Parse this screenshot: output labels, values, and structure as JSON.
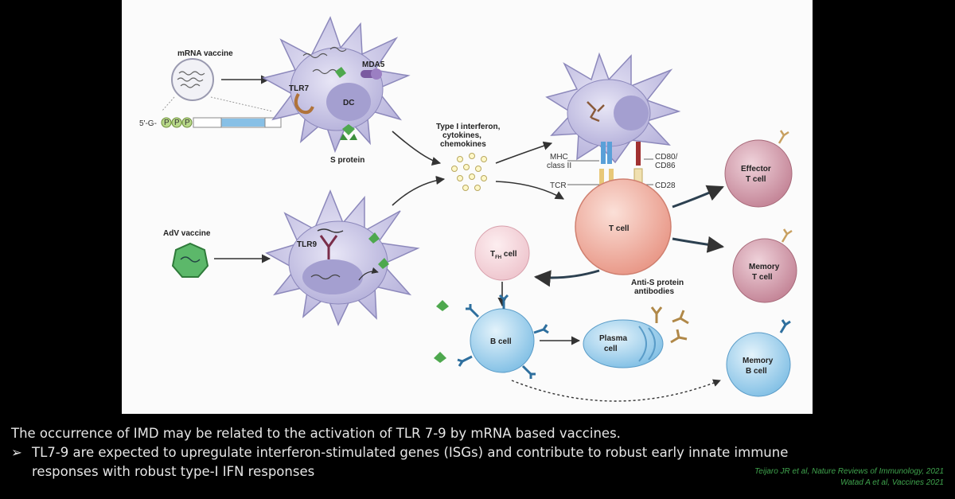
{
  "diagram": {
    "mrna_vaccine": "mRNA vaccine",
    "five_prime": "5'-G-",
    "p": "P",
    "tlr7": "TLR7",
    "mda5": "MDA5",
    "dc": "DC",
    "s_protein": "S protein",
    "adv_vaccine": "AdV vaccine",
    "tlr9": "TLR9",
    "cytokines": [
      "Type I interferon,",
      "cytokines,",
      "chemokines"
    ],
    "mhc": [
      "MHC",
      "class II"
    ],
    "tcr": "TCR",
    "cd80": [
      "CD80/",
      "CD86"
    ],
    "cd28": "CD28",
    "t_cell": "T cell",
    "tfh_cell": "T",
    "tfh_sub": "FH",
    "tfh_suffix": " cell",
    "effector": [
      "Effector",
      "T cell"
    ],
    "memory_t": [
      "Memory",
      "T cell"
    ],
    "anti_s": [
      "Anti-S protein",
      "antibodies"
    ],
    "b_cell": "B cell",
    "plasma": [
      "Plasma",
      "cell"
    ],
    "memory_b": [
      "Memory",
      "B cell"
    ]
  },
  "caption": {
    "line1": "The occurrence of IMD may be related to the activation of TLR 7-9 by mRNA based vaccines.",
    "bullet_marker": "➢",
    "line2": "TL7-9 are expected to upregulate interferon-stimulated genes (ISGs) and contribute to robust early innate immune",
    "line3": "responses with robust type-I IFN responses"
  },
  "references": [
    "Teijaro JR et al, Nature Reviews of Immunology, 2021",
    "Watad A et al, Vaccines 2021"
  ],
  "colors": {
    "dc_cell": "#c9c6e6",
    "t_cell": "#f2b6a8",
    "effector_cell": "#cc9aa8",
    "b_cell": "#9fd0ee",
    "s_protein": "#4ea84e",
    "ref_text": "#3fa34d"
  }
}
